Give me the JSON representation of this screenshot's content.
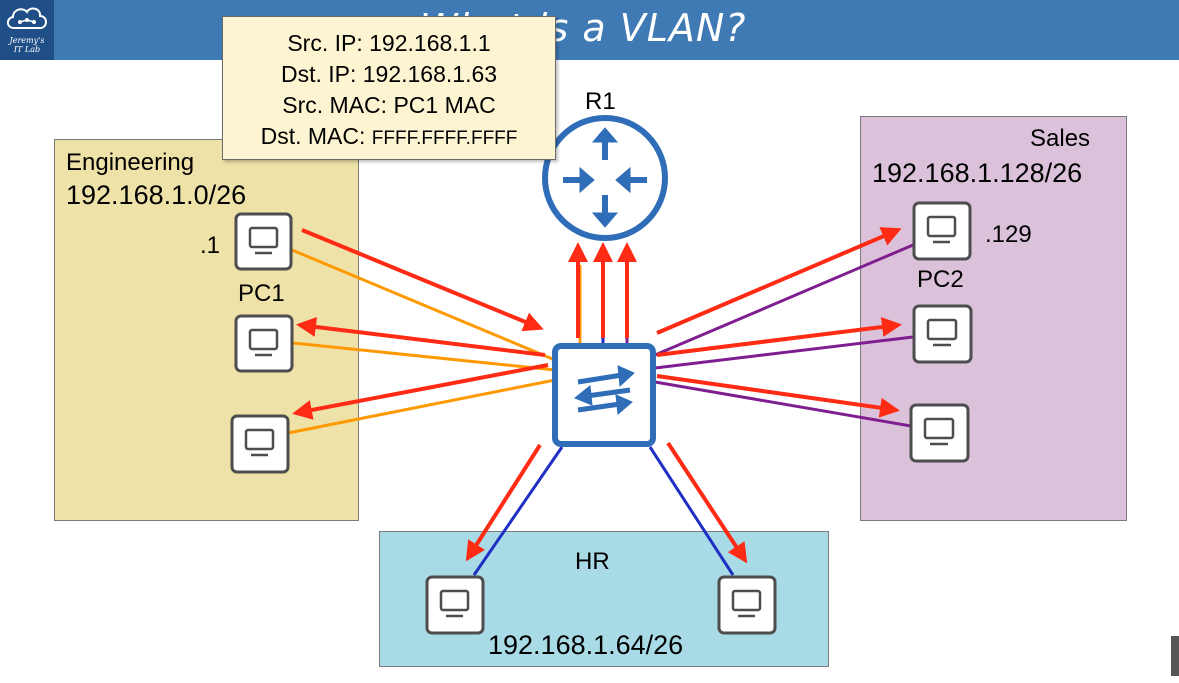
{
  "header": {
    "title": "What is a VLAN?",
    "logo_text_line1": "Jeremy's",
    "logo_text_line2": "IT Lab",
    "color": "#3f7ab4"
  },
  "tooltip": {
    "src_ip": "Src. IP: 192.168.1.1",
    "dst_ip": "Dst. IP: 192.168.1.63",
    "src_mac": "Src. MAC: PC1 MAC",
    "dst_mac_label": "Dst. MAC: ",
    "dst_mac_value": "FFFF.FFFF.FFFF"
  },
  "zones": {
    "engineering": {
      "name": "Engineering",
      "subnet": "192.168.1.0/26",
      "color": "#efe2a8"
    },
    "sales": {
      "name": "Sales",
      "subnet": "192.168.1.128/26",
      "color": "#dbc2da"
    },
    "hr": {
      "name": "HR",
      "subnet": "192.168.1.64/26",
      "color": "#a9dbe7"
    }
  },
  "devices": {
    "router": {
      "name": "R1",
      "icon": "router-icon"
    },
    "switch": {
      "icon": "switch-icon"
    },
    "pc1": {
      "name": "PC1",
      "host": ".1"
    },
    "pc2": {
      "name": "PC2",
      "host": ".129"
    }
  },
  "link_colors": {
    "engineering": "#ff9900",
    "sales": "#7f1f8f",
    "hr": "#1f2fc4",
    "broadcast_arrow": "#ff2b14"
  }
}
